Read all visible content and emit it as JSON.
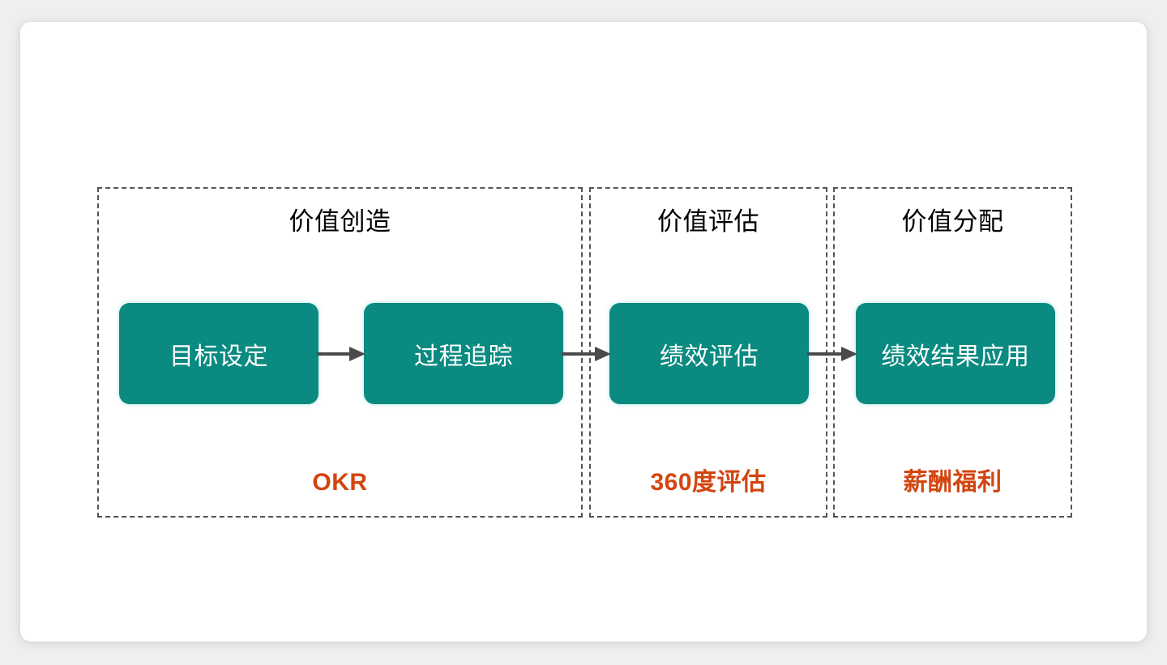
{
  "slide": {
    "background_color": "#efefef",
    "card_color": "#ffffff"
  },
  "theme": {
    "node_color": "#0a8a80",
    "tag_color": "#d2450f",
    "arrow_color": "#4a4a4a",
    "border_color": "#555555",
    "title_color": "#000000"
  },
  "diagram": {
    "type": "process-flow",
    "phases": [
      {
        "title": "价值创造",
        "tag": "OKR",
        "nodes": [
          "目标设定",
          "过程追踪"
        ]
      },
      {
        "title": "价值评估",
        "tag": "360度评估",
        "nodes": [
          "绩效评估"
        ]
      },
      {
        "title": "价值分配",
        "tag": "薪酬福利",
        "nodes": [
          "绩效结果应用"
        ]
      }
    ],
    "nodes": [
      {
        "label": "目标设定"
      },
      {
        "label": "过程追踪"
      },
      {
        "label": "绩效评估"
      },
      {
        "label": "绩效结果应用"
      }
    ],
    "arrows": [
      {
        "from": "目标设定",
        "to": "过程追踪"
      },
      {
        "from": "过程追踪",
        "to": "绩效评估"
      },
      {
        "from": "绩效评估",
        "to": "绩效结果应用"
      }
    ]
  }
}
